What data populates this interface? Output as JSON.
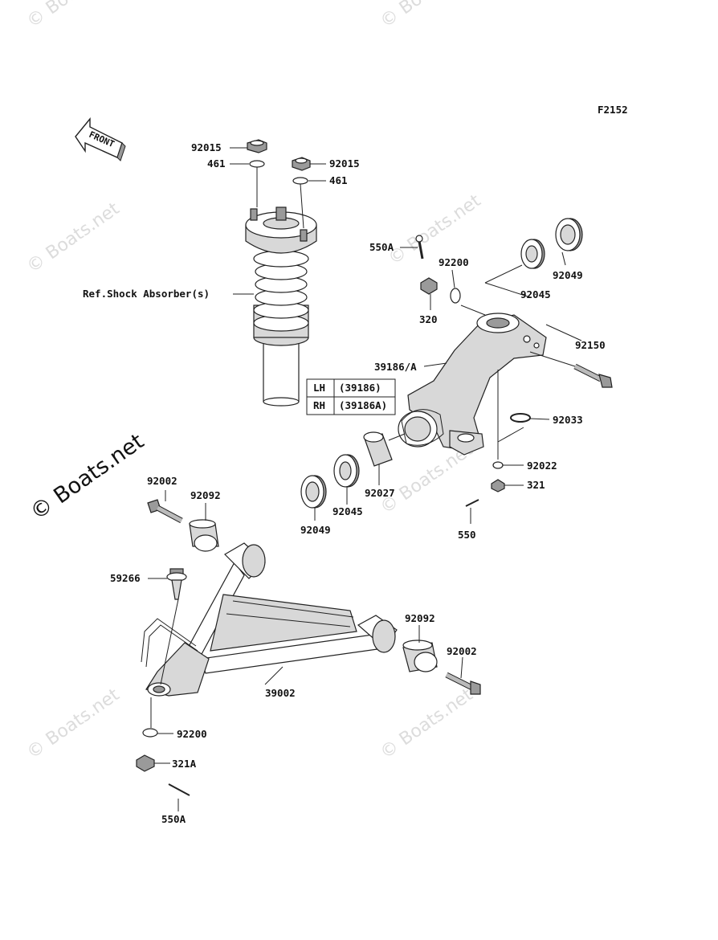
{
  "diagram_code": "F2152",
  "front_label": "FRONT",
  "watermark": "© Boats.net",
  "labels": {
    "p92015_left": "92015",
    "p461_left": "461",
    "p92015_right": "92015",
    "p461_right": "461",
    "ref_shock": "Ref.Shock Absorber(s)",
    "p550A_top": "550A",
    "p92200_top": "92200",
    "p320": "320",
    "p92045_top": "92045",
    "p92049_top": "92049",
    "p92150": "92150",
    "p39186": "39186/A",
    "p92033": "92033",
    "p92022": "92022",
    "p321": "321",
    "p550": "550",
    "p92049_low": "92049",
    "p92045_low": "92045",
    "p92027": "92027",
    "p92002_left": "92002",
    "p92092_left": "92092",
    "p59266": "59266",
    "p92092_right": "92092",
    "p92002_right": "92002",
    "p39002": "39002",
    "p92200_low": "92200",
    "p321A": "321A",
    "p550A_low": "550A"
  },
  "table": {
    "rows": [
      {
        "side": "LH",
        "part": "(39186)"
      },
      {
        "side": "RH",
        "part": "(39186A)"
      }
    ]
  }
}
